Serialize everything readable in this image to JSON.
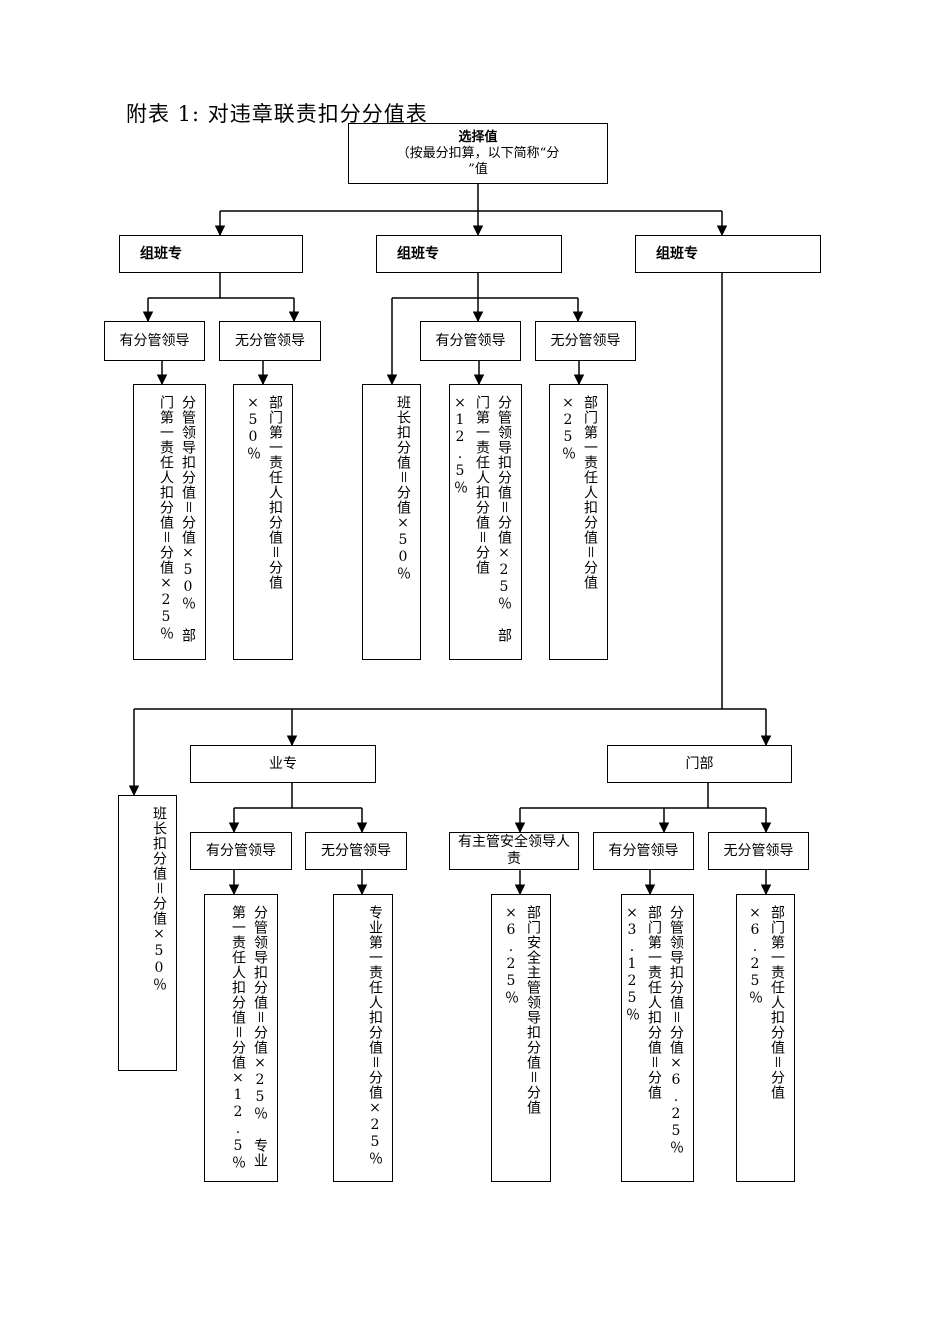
{
  "title": "附表 1:  对违章联责扣分分值表",
  "top": {
    "line1": "选择值",
    "line2": "（按最分扣算，以下简称“分",
    "line3": "”值"
  },
  "branches": {
    "left": {
      "label": "组班专"
    },
    "middle": {
      "label": "组班专"
    },
    "right": {
      "label": "组班专"
    }
  },
  "left_branch": {
    "has_leader": "有分管领导",
    "no_leader": "无分管领导",
    "has_leader_rule": "分管领导扣分值＝分值×50％ 部门第一责任人扣分值＝分值×25％",
    "no_leader_rule": "部门第一责任人扣分值＝分值×50％"
  },
  "middle_branch": {
    "squad_rule": "班长扣分值＝分值×50％",
    "has_leader": "有分管领导",
    "no_leader": "无分管领导",
    "has_leader_rule": "分管领导扣分值＝分值×25％ 部门第一责任人扣分值＝分值×12.5％",
    "no_leader_rule": "部门第一责任人扣分值＝分值×25％"
  },
  "right_branch": {
    "squad_rule": "班长扣分值＝分值×50％",
    "specialty": "业专",
    "department": "门部",
    "spec_has_leader": "有分管领导",
    "spec_no_leader": "无分管领导",
    "spec_has_leader_rule": "分管领导扣分值＝分值×25％ 专业第一责任人扣分值＝分值×12.5％",
    "spec_no_leader_rule": "专业第一责任人扣分值＝分值×25％",
    "dept_safety_leader": "有主管安全领导人责",
    "dept_has_leader": "有分管领导",
    "dept_no_leader": "无分管领导",
    "dept_safety_rule": "部门安全主管领导扣分值＝分值×6.25％",
    "dept_has_leader_rule": "分管领导扣分值＝分值×6.25％ 部门第一责任人扣分值＝分值×3.125％",
    "dept_no_leader_rule": "部门第一责任人扣分值＝分值×6.25％"
  }
}
